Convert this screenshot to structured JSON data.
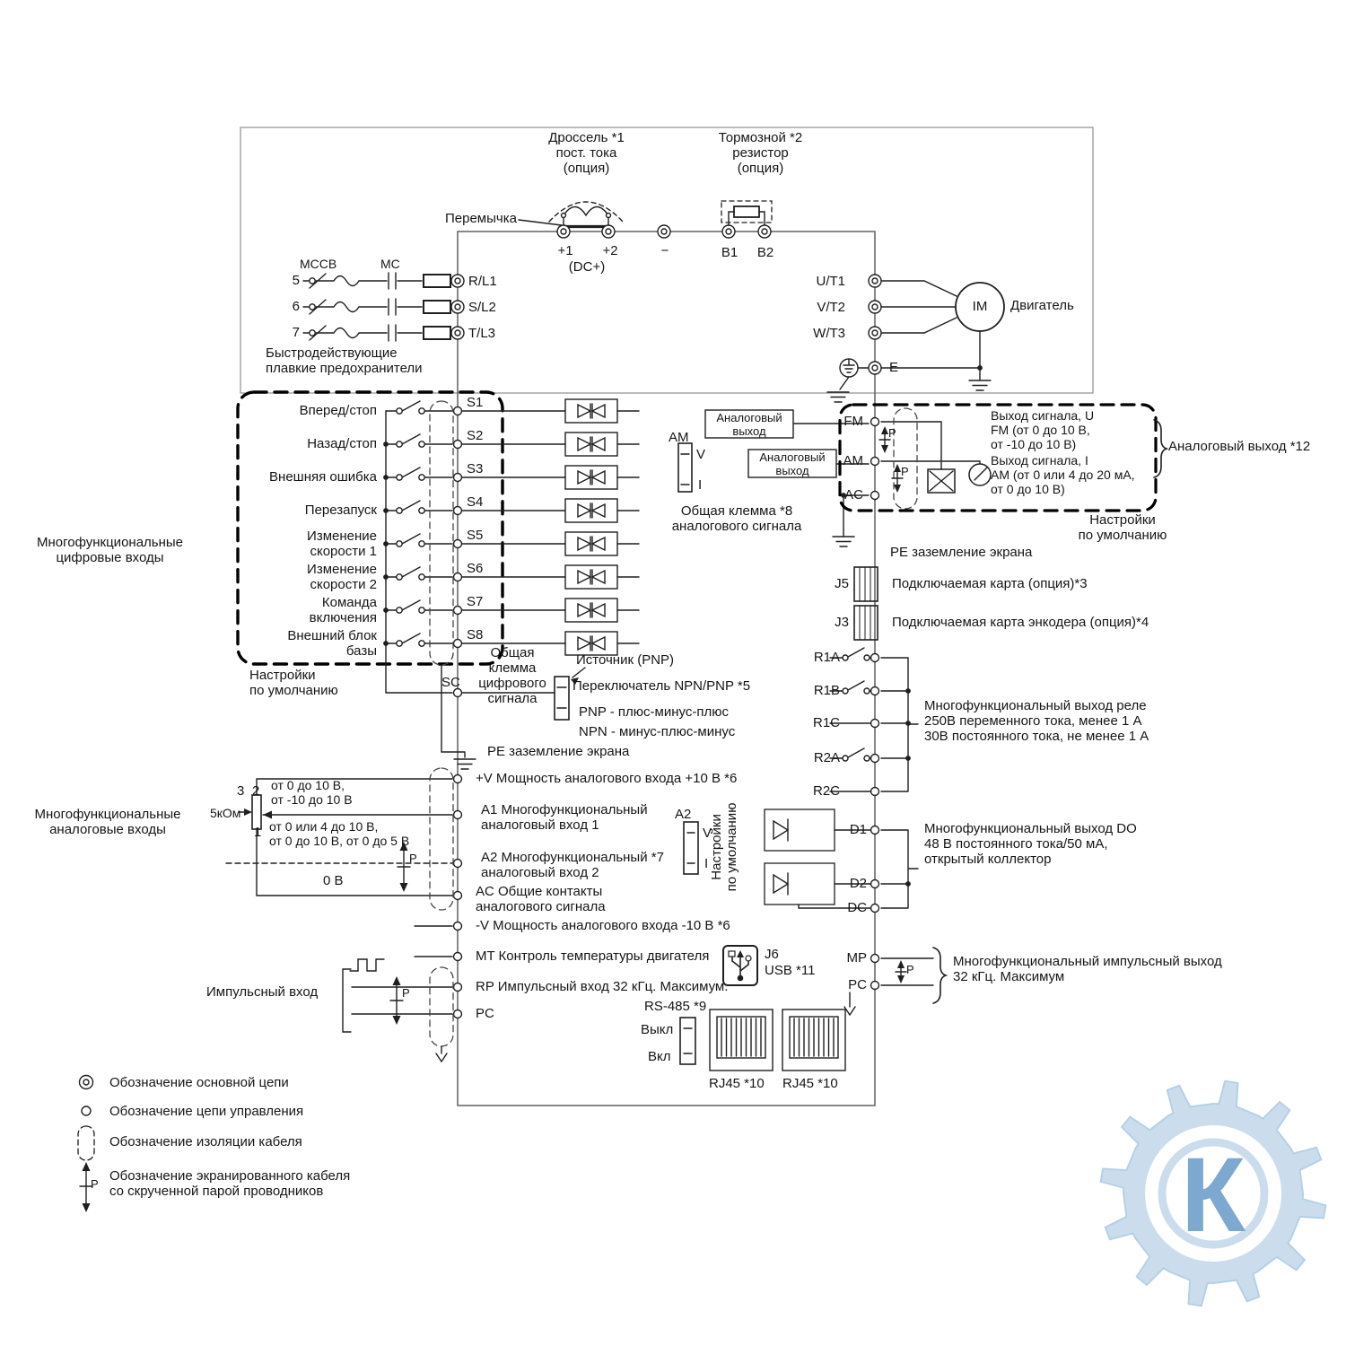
{
  "power": {
    "choke": "Дроссель *1\nпост. тока\n(опция)",
    "brake": "Тормозной *2\nрезистор\n(опция)",
    "jumper": "Перемычка",
    "t1": "+1",
    "t2": "+2",
    "dc": "(DC+)",
    "minus": "−",
    "b1": "B1",
    "b2": "B2",
    "mccb": "MCCB",
    "mc": "MC",
    "in_rows": [
      {
        "num": "5",
        "term": "R/L1"
      },
      {
        "num": "6",
        "term": "S/L2"
      },
      {
        "num": "7",
        "term": "T/L3"
      }
    ],
    "fuses": "Быстродействующие\nплавкие предохранители",
    "out_terms": [
      "U/T1",
      "V/T2",
      "W/T3"
    ],
    "motor": "Двигатель",
    "im": "IM",
    "e": "E"
  },
  "digital": {
    "group": "Многофункциональные\nцифровые входы",
    "rows": [
      {
        "label": "Вперед/стоп",
        "term": "S1"
      },
      {
        "label": "Назад/стоп",
        "term": "S2"
      },
      {
        "label": "Внешняя ошибка",
        "term": "S3"
      },
      {
        "label": "Перезапуск",
        "term": "S4"
      },
      {
        "label": "Изменение\nскорости 1",
        "term": "S5"
      },
      {
        "label": "Изменение\nскорости 2",
        "term": "S6"
      },
      {
        "label": "Команда\nвключения",
        "term": "S7"
      },
      {
        "label": "Внешний блок\nбазы",
        "term": "S8"
      }
    ],
    "defaults": "Настройки\nпо умолчанию",
    "sc": "SC",
    "sc_label": "Общая\nклемма\nцифрового\nсигнала",
    "source": "Источник (PNP)",
    "npn_switch": "Переключатель NPN/PNP *5",
    "pnp": "PNP - плюс-минус-плюс",
    "npn": "NPN - минус-плюс-минус",
    "pe": "PE заземление экрана"
  },
  "analog_in": {
    "group": "Многофункциональные\nаналоговые входы",
    "pin3": "3",
    "pin2": "2",
    "pin1": "1",
    "range_a": "от 0 до 10 В,\nот -10 до 10 В",
    "range_b": "от 0 или 4 до 10 В,\nот 0 до 10 В, от 0 до 5 В",
    "pot": "5кОм",
    "zero": "0 В",
    "rows": {
      "v_plus": "+V Мощность аналогового входа +10 В *6",
      "a1": "A1 Многофункциональный\nаналоговый вход 1",
      "a2": "A2 Многофункциональный *7\nаналоговый вход 2",
      "ac": "AC Общие контакты\nаналогового сигнала",
      "v_minus": "-V Мощность аналогового входа -10 В *6",
      "mt": "MT Контроль температуры двигателя",
      "rp": "RP Импульсный вход 32 кГц. Максимум.",
      "pc": "PC"
    },
    "a2_sw": "A2",
    "v": "V",
    "i": "I",
    "defaults": "Настройки\nпо умолчанию",
    "pulse": "Импульсный вход"
  },
  "comm": {
    "j6": "J6",
    "usb": "USB *11",
    "rs485": "RS-485 *9",
    "off": "Выкл",
    "on": "Вкл",
    "rj45_a": "RJ45 *10",
    "rj45_b": "RJ45 *10"
  },
  "analog_out": {
    "am_sw": "AM",
    "v": "V",
    "i": "I",
    "box1": "Аналоговый\nвыход",
    "box2": "Аналоговый\nвыход",
    "fm": "FM",
    "am": "AM",
    "ac": "AC",
    "u_out": "Выход сигнала, U\nFM (от 0 до 10 В,\nот -10 до 10 В)",
    "i_out": "Выход сигнала, I\nAM (от 0 или 4 до 20 мА,\nот 0 до 10 В)",
    "label": "Аналоговый выход *12",
    "common": "Общая клемма *8\nаналогового сигнала",
    "defaults": "Настройки\nпо умолчанию",
    "pe": "PE заземление экрана"
  },
  "options": {
    "j5": "J5",
    "j5_label": "Подключаемая карта (опция)*3",
    "j3": "J3",
    "j3_label": "Подключаемая карта энкодера (опция)*4"
  },
  "relay": {
    "r1a": "R1A",
    "r1b": "R1B",
    "r1c": "R1C",
    "r2a": "R2A",
    "r2c": "R2C",
    "label": "Многофункциональный выход реле\n250В переменного тока, менее 1 А\n30В постоянного тока, не менее 1 А"
  },
  "do_out": {
    "d1": "D1",
    "d2": "D2",
    "dc": "DC",
    "label": "Многофункциональный выход DO\n48 В постоянного тока/50 мА,\nоткрытый коллектор"
  },
  "pulse_out": {
    "mp": "MP",
    "pc": "PC",
    "label": "Многофункциональный импульсный выход\n32 кГц. Максимум"
  },
  "legend": {
    "main": "Обозначение основной цепи",
    "control": "Обозначение цепи управления",
    "insulation": "Обозначение изоляции кабеля",
    "shielded": "Обозначение экранированного кабеля\nсо скрученной парой проводников"
  },
  "p": "P",
  "watermark": "К"
}
